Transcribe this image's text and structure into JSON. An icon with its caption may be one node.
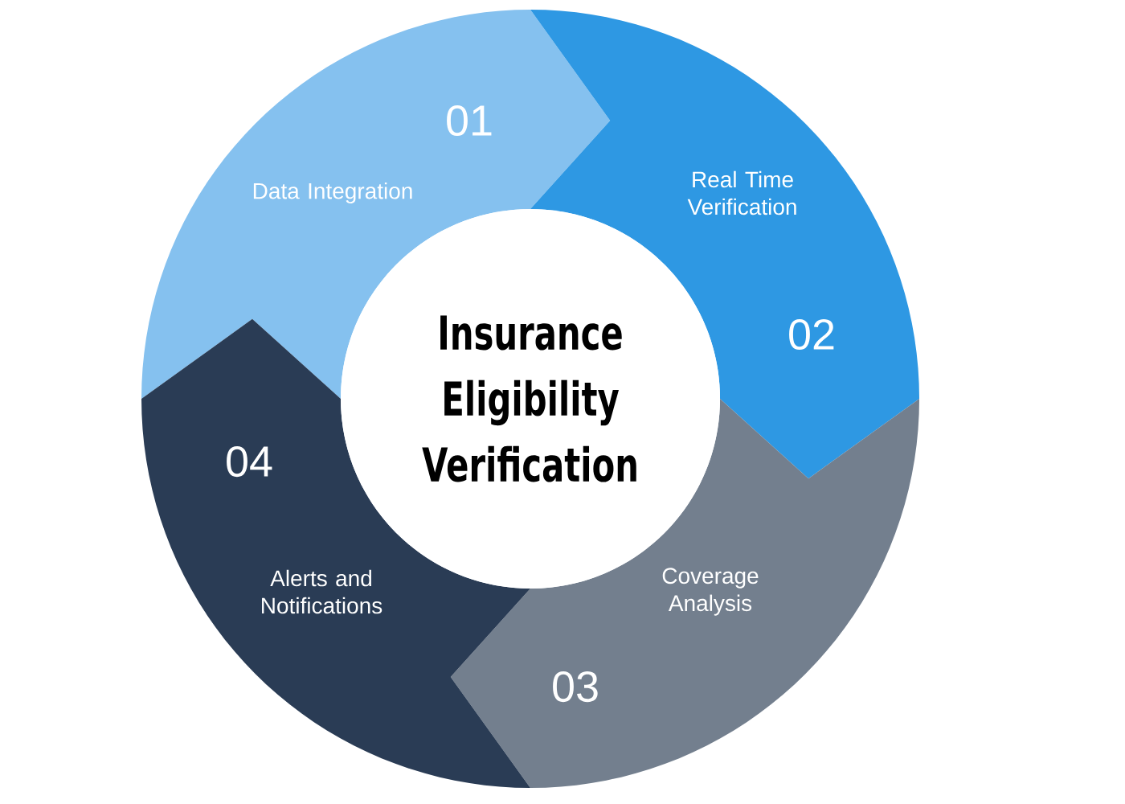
{
  "diagram": {
    "nodes": [
      {
        "text": [
          "Insurance Eligibility Verification"
        ]
      },
      {
        "text": [
          "01",
          "Data Integration"
        ]
      },
      {
        "text": [
          "Real Time Verification",
          "02"
        ]
      },
      {
        "text": [
          "Coverage Analysis",
          "03"
        ]
      },
      {
        "text": [
          "04",
          "Alerts and Notifications"
        ]
      }
    ]
  }
}
